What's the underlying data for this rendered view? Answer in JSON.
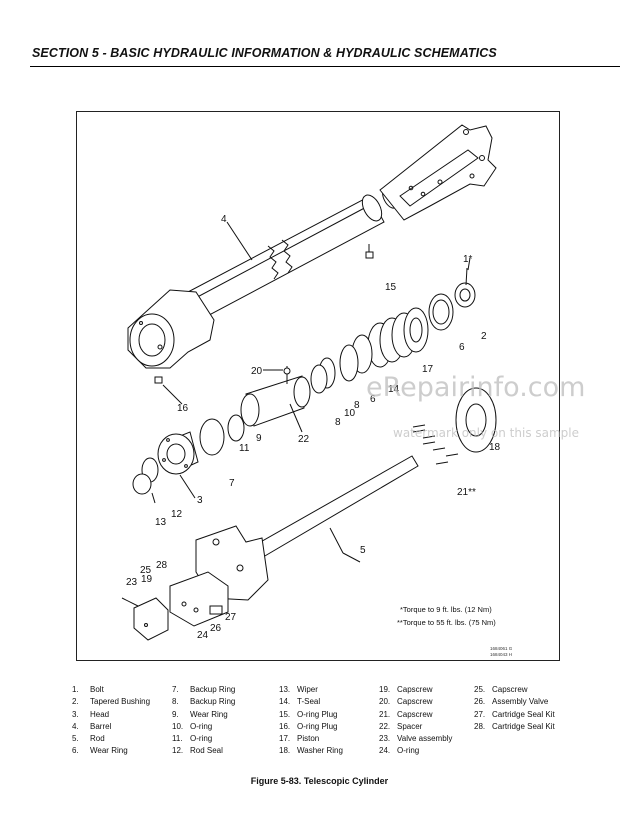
{
  "header": {
    "section_title": "SECTION 5 - BASIC HYDRAULIC INFORMATION & HYDRAULIC SCHEMATICS"
  },
  "figure": {
    "callouts": [
      "1*",
      "2",
      "3",
      "4",
      "5",
      "6",
      "6",
      "7",
      "8",
      "8",
      "9",
      "10",
      "11",
      "12",
      "13",
      "14",
      "15",
      "16",
      "17",
      "18",
      "19",
      "20",
      "21**",
      "22",
      "23",
      "24",
      "25",
      "26",
      "27",
      "28"
    ],
    "torque_notes": [
      "*Torque to 9 ft. lbs. (12 Nm)",
      "**Torque to 55 ft. lbs. (75 Nm)"
    ],
    "drawing_numbers": [
      "1684061 G",
      "1684043 H"
    ],
    "watermark_main": "eRepairinfo.com",
    "watermark_sub": "watermark only on this sample"
  },
  "legend": {
    "columns": [
      [
        {
          "num": "1.",
          "label": "Bolt"
        },
        {
          "num": "2.",
          "label": "Tapered Bushing"
        },
        {
          "num": "3.",
          "label": "Head"
        },
        {
          "num": "4.",
          "label": "Barrel"
        },
        {
          "num": "5.",
          "label": "Rod"
        },
        {
          "num": "6.",
          "label": "Wear Ring"
        }
      ],
      [
        {
          "num": "7.",
          "label": "Backup Ring"
        },
        {
          "num": "8.",
          "label": "Backup Ring"
        },
        {
          "num": "9.",
          "label": "Wear Ring"
        },
        {
          "num": "10.",
          "label": "O-ring"
        },
        {
          "num": "11.",
          "label": "O-ring"
        },
        {
          "num": "12.",
          "label": "Rod Seal"
        }
      ],
      [
        {
          "num": "13.",
          "label": "Wiper"
        },
        {
          "num": "14.",
          "label": "T-Seal"
        },
        {
          "num": "15.",
          "label": "O-ring Plug"
        },
        {
          "num": "16.",
          "label": "O-ring Plug"
        },
        {
          "num": "17.",
          "label": "Piston"
        },
        {
          "num": "18.",
          "label": "Washer Ring"
        }
      ],
      [
        {
          "num": "19.",
          "label": "Capscrew"
        },
        {
          "num": "20.",
          "label": "Capscrew"
        },
        {
          "num": "21.",
          "label": "Capscrew"
        },
        {
          "num": "22.",
          "label": "Spacer"
        },
        {
          "num": "23.",
          "label": "Valve assembly"
        },
        {
          "num": "24.",
          "label": "O-ring"
        }
      ],
      [
        {
          "num": "25.",
          "label": "Capscrew"
        },
        {
          "num": "26.",
          "label": "Assembly Valve"
        },
        {
          "num": "27.",
          "label": "Cartridge Seal Kit"
        },
        {
          "num": "28.",
          "label": "Cartridge Seal Kit"
        }
      ]
    ]
  },
  "caption": "Figure 5-83.  Telescopic Cylinder"
}
